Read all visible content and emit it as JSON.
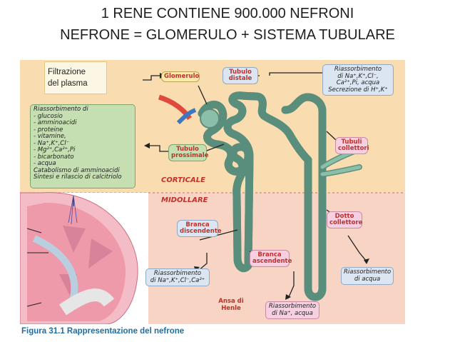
{
  "title": {
    "line1": "1 RENE CONTIENE 900.000 NEFRONI",
    "line2": "NEFRONE = GLOMERULO + SISTEMA TUBULARE"
  },
  "diagram": {
    "filtration_label": [
      "Filtrazione",
      "del plasma"
    ],
    "glomerulo": "Glomerulo",
    "tubulo_distale": [
      "Tubulo",
      "distale"
    ],
    "distal_reabsorption": [
      "Riassorbimento",
      "di Na⁺,K⁺,Cl⁻,",
      "Ca²⁺,Pi, acqua",
      "Secrezione di H⁺,K⁺"
    ],
    "proximal_reabsorption": [
      "Riassorbimento di",
      "- glucosio",
      "- amminoacidi",
      "- proteine",
      "- vitamine,",
      "- Na⁺,K⁺,Cl⁻",
      "- Mg²⁺,Ca²⁺,Pi",
      "- bicarbonato",
      "- acqua",
      "Catabolismo di amminoacidi",
      "Sintesi e rilascio di calcitriolo"
    ],
    "tubulo_prossimale": [
      "Tubulo",
      "prossimale"
    ],
    "tubuli_collettori": [
      "Tubuli",
      "collettori"
    ],
    "corticale": "CORTICALE",
    "midollare": "MIDOLLARE",
    "dotto_collettore": [
      "Dotto",
      "collettore"
    ],
    "branca_discendente": [
      "Branca",
      "discendente"
    ],
    "branca_ascendente": [
      "Branca",
      "ascendente"
    ],
    "descending_reabsorption": [
      "Riassorbimento",
      "di Na⁺,K⁺,Cl⁻,Ca²⁺"
    ],
    "ansa_di_henle": [
      "Ansa di",
      "Henle"
    ],
    "ascending_reabsorption": [
      "Riassorbimento",
      "di Na⁺, acqua"
    ],
    "collecting_reabsorption": [
      "Riassorbimento",
      "di acqua"
    ]
  },
  "caption": "Figura 31.1 Rappresentazione del nefrone",
  "colors": {
    "cortex": "#f9dcb0",
    "medulla": "#f7d4c4",
    "tubule": "#8bbfa9",
    "label_green": "#c6dfb2",
    "label_blue": "#dbe6f2",
    "label_pink": "#f6cfe0",
    "label_yellow": "#f8ebad",
    "caption": "#1d6fa8"
  }
}
